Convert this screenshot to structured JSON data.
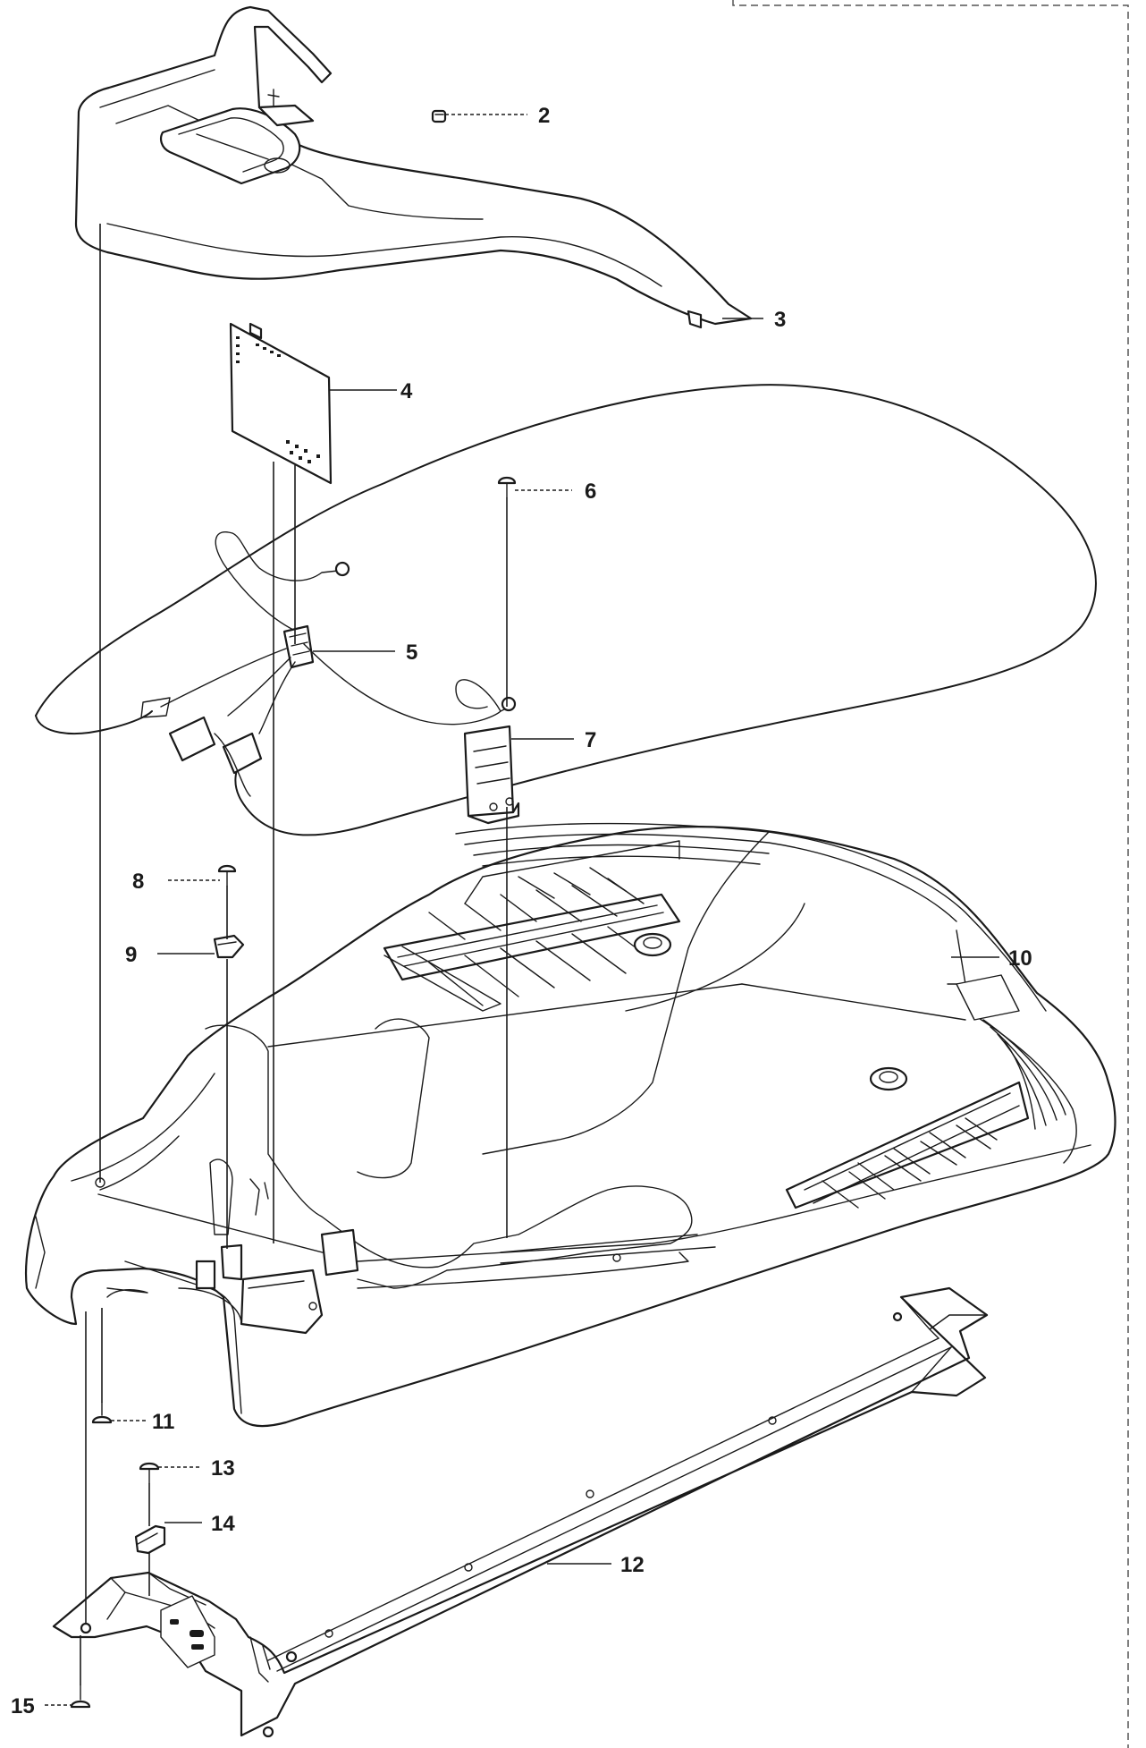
{
  "diagram": {
    "callouts": {
      "c2": "2",
      "c3": "3",
      "c4": "4",
      "c5": "5",
      "c6": "6",
      "c7": "7",
      "c8": "8",
      "c9": "9",
      "c10": "10",
      "c11": "11",
      "c12": "12",
      "c13": "13",
      "c14": "14",
      "c15": "15"
    },
    "colors": {
      "ink": "#1a1a1a",
      "background": "#ffffff",
      "frame": "#555555"
    }
  }
}
